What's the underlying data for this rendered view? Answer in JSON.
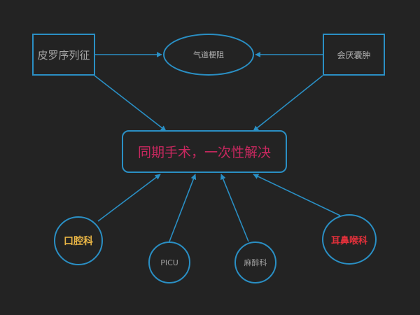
{
  "nodes": {
    "pierre_robin": {
      "label": "皮罗序列征",
      "color": "#a7a7a7"
    },
    "airway": {
      "label": "气道梗阻",
      "color": "#b0b0b0"
    },
    "epiglottic_cyst": {
      "label": "会厌囊肿",
      "color": "#b0b0b0"
    },
    "center": {
      "label": "同期手术，一次性解决",
      "color": "#c8285f"
    },
    "oral": {
      "label": "口腔科",
      "color": "#e9b545"
    },
    "picu": {
      "label": "PICU",
      "color": "#a0a0a0"
    },
    "anesthesia": {
      "label": "麻醉科",
      "color": "#a0a0a0"
    },
    "ent": {
      "label": "耳鼻喉科",
      "color": "#e0303a"
    }
  },
  "colors": {
    "line": "#2a8fc4",
    "background": "#232323"
  }
}
